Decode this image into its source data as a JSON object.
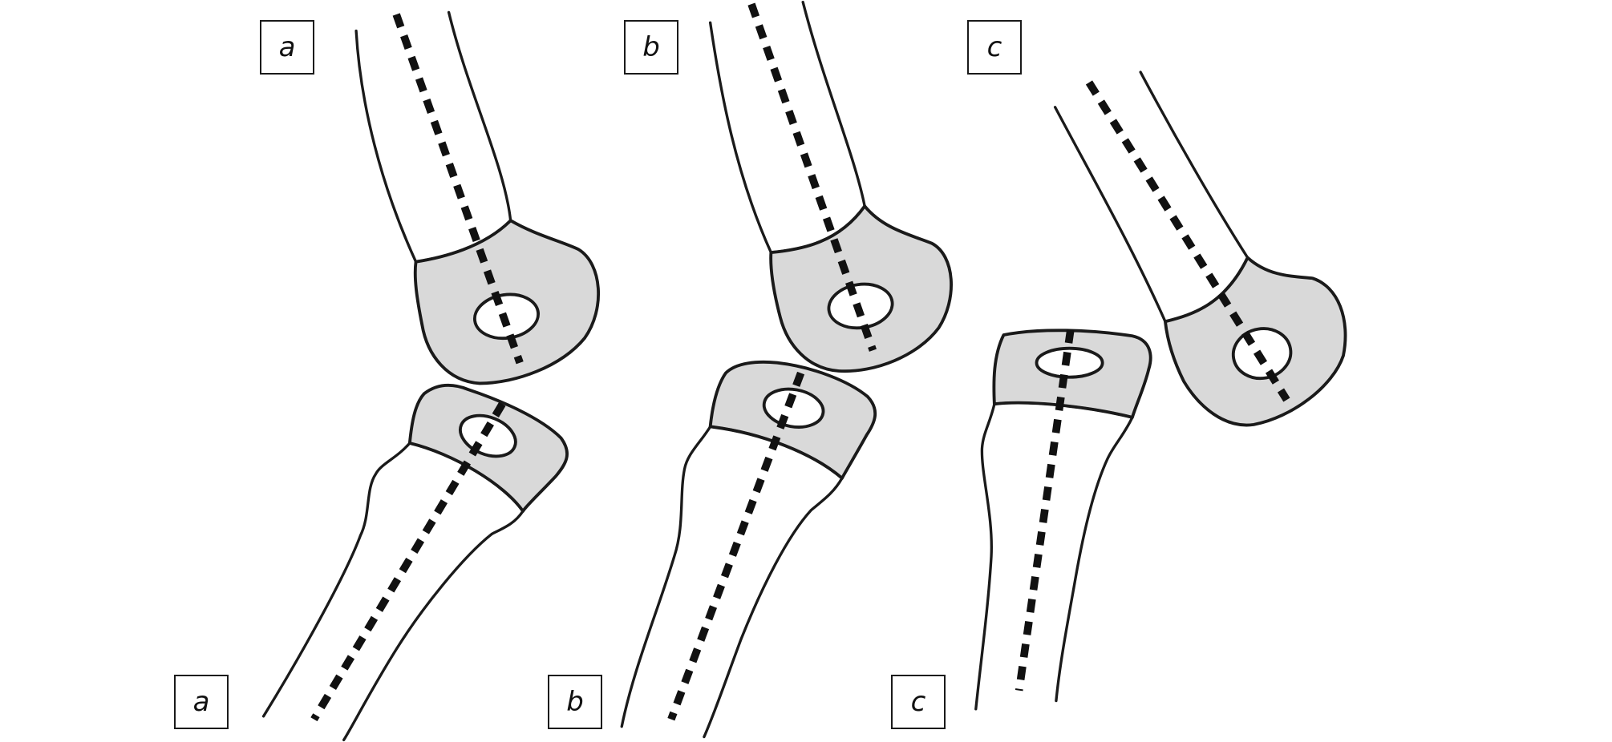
{
  "labels": {
    "top": [
      "a",
      "b",
      "c"
    ],
    "bottom": [
      "a",
      "b",
      "c"
    ]
  },
  "colors": {
    "outline": "#1a1a1a",
    "cartilage_fill": "#d9d9d9",
    "bone_fill": "#ffffff",
    "axis_line": "#111111"
  }
}
